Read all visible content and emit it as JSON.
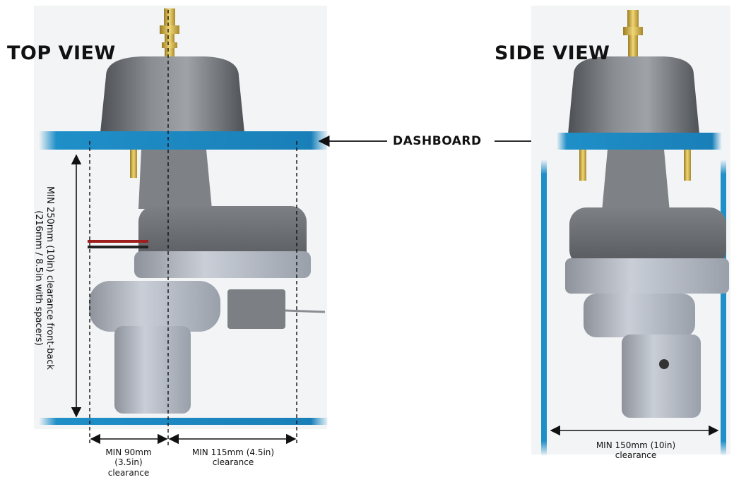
{
  "views": {
    "top_title": "TOP VIEW",
    "side_title": "SIDE VIEW"
  },
  "callout": {
    "dashboard": "DASHBOARD"
  },
  "dimensions": {
    "front_back_line1": "MIN 250mm (10in) clearance front-back",
    "front_back_line2": "(216mm / 8.5in with spacers)",
    "left_line1": "MIN 90mm",
    "left_line2": "(3.5in)",
    "left_line3": "clearance",
    "right_line1": "MIN 115mm (4.5in)",
    "right_line2": "clearance",
    "side_line1": "MIN 150mm (10in)",
    "side_line2": "clearance"
  },
  "colors": {
    "panel_blue": "#1f8fc8",
    "housing_dark": "#6f7276",
    "housing_light": "#b8bdc6",
    "brass": "#d4b24a"
  }
}
